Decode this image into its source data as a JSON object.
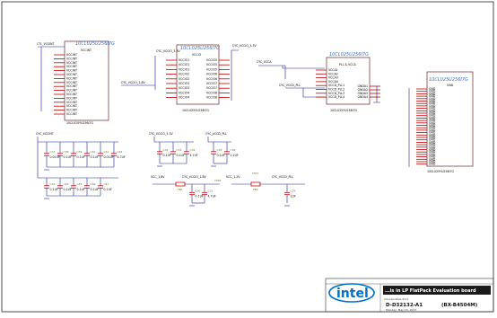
{
  "sheet": {
    "title_block": {
      "logo_text": "intel",
      "description": "...is in LP FlatPack Evaluation board",
      "doc_number": "D-D32132-A1",
      "size_code": "(BX-B4504M)",
      "date_line": "Monday, May 15, 2017",
      "sheet_note": "pre-sensitive docs"
    },
    "blocks": {
      "u1": {
        "net_top": "CTL_VCCINT",
        "part_number": "10CL025U256I7G",
        "name": "VCCINT",
        "pins": [
          "VCCINT",
          "VCCINT",
          "VCCINT",
          "VCCINT",
          "VCCINT",
          "VCCINT",
          "VCCINT",
          "VCCINT",
          "VCCINT",
          "VCCINT",
          "VCCINT",
          "VCCINT",
          "VCCINT",
          "VCCINT",
          "VCCINT",
          "VCCINT"
        ],
        "footer": "10CL025YU256I7G"
      },
      "u2": {
        "net_top_left": "CYC_VCCIO_3.3V",
        "net_top_right": "CYC_VCCIO_3.3V",
        "net_mid": "CYC_VCCIO_1.8V",
        "part_number": "10CL025U256I7G",
        "name": "VCCIO",
        "left_pins": [
          "VCCIO1",
          "VCCIO1",
          "VCCIO1",
          "VCCIO2",
          "VCCIO2",
          "VCCIO3",
          "VCCIO3",
          "VCCIO4",
          "VCCIO4"
        ],
        "right_pins": [
          "VCCIO5",
          "VCCIO5",
          "VCCIO5",
          "VCCIO6",
          "VCCIO6",
          "VCCIO7",
          "VCCIO7",
          "VCCIO8",
          "VCCIO8"
        ],
        "footer": "10CL025YU256I7G"
      },
      "u3": {
        "net_left": "CYC_VCCA",
        "net_bottom": "CYC_VCCD_PLL",
        "part_number": "10CL025U256I7G",
        "name": "PLL & VCCA",
        "left_pins": [
          "VCCA1",
          "VCCA2",
          "VCCA3",
          "VCCA4",
          "VCCD_PLL1",
          "VCCD_PLL2",
          "VCCD_PLL3",
          "VCCD_PLL4"
        ],
        "right_pins": [
          "GNDA1",
          "GNDA2",
          "GNDA3",
          "GNDA4"
        ],
        "footer": "10CL025YU256I7G"
      },
      "u4": {
        "part_number": "10CL025U256I7G",
        "name": "GND",
        "pins": [
          "GND",
          "GND",
          "GND",
          "GND",
          "GND",
          "GND",
          "GND",
          "GND",
          "GND",
          "GND",
          "GND",
          "GND",
          "GND",
          "GND",
          "GND",
          "GND",
          "GND",
          "GND",
          "GND",
          "GND",
          "GND",
          "GND",
          "GND",
          "GND",
          "GND",
          "GND",
          "GND",
          "GND",
          "GND",
          "GND",
          "GND",
          "GND"
        ],
        "footer": "10CL025YU256I7G"
      },
      "decoupling_vccint": {
        "net": "CYC_VCCINT",
        "caps_top": [
          {
            "ref": "C37",
            "val": "0.01UF"
          },
          {
            "ref": "C38",
            "val": "0.1UF"
          },
          {
            "ref": "C39",
            "val": "0.1UF"
          },
          {
            "ref": "C40",
            "val": "0.1UF"
          },
          {
            "ref": "C41",
            "val": "0.01UF"
          },
          {
            "ref": "C42",
            "val": "4.7UF"
          }
        ],
        "caps_bottom": [
          {
            "ref": "C43",
            "val": "0.1UF"
          },
          {
            "ref": "C44",
            "val": "0.1UF"
          },
          {
            "ref": "C45",
            "val": "0.1UF"
          },
          {
            "ref": "C46",
            "val": "0.1UF"
          },
          {
            "ref": "C47",
            "val": "0.1UF"
          }
        ]
      },
      "decoupling_vccio": {
        "net": "CYC_VCCIO_3.3V",
        "caps": [
          {
            "ref": "C32",
            "val": "0.1UF"
          },
          {
            "ref": "C33",
            "val": "0.1UF"
          },
          {
            "ref": "C34",
            "val": "4.7UF"
          }
        ]
      },
      "decoupling_pll": {
        "net": "CYC_VCCD_PLL",
        "caps": [
          {
            "ref": "C35",
            "val": "0.1UF"
          },
          {
            "ref": "C36",
            "val": "2.2UF"
          }
        ]
      },
      "filter_1v8": {
        "net_in": "VCC_1.8V",
        "net_out": "CYC_VCCIO_1.8V",
        "ferrite": "FB1",
        "tp": "TP26",
        "caps": [
          {
            "ref": "C30",
            "val": "0.1UF"
          },
          {
            "ref": "C31",
            "val": "4.7UF"
          }
        ]
      },
      "filter_pll": {
        "net_in": "VCC_1.2V",
        "net_out": "CYC_VCCD_PLL",
        "ferrite": "FB2",
        "tp": "TP27",
        "caps": [
          {
            "ref": "C29",
            "val": "1UF"
          }
        ]
      }
    }
  }
}
